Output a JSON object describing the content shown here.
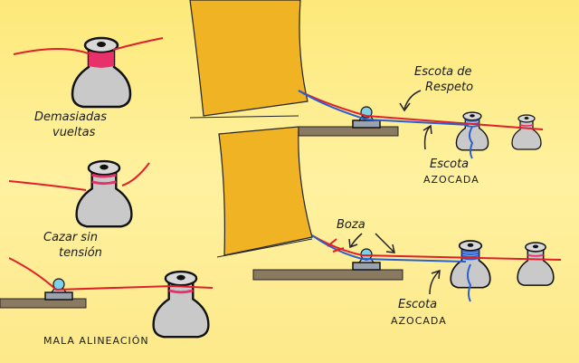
{
  "title": "Errores comunes en el uso del winche",
  "labels": {
    "too_many_turns_1": "Demasiadas",
    "too_many_turns_2": "vueltas",
    "no_tension_1": "Cazar sin",
    "no_tension_2": "tensión",
    "misalignment": "MALA ALINEACIÓN",
    "escota_respeto_1": "Escota de",
    "escota_respeto_2": "Respeto",
    "escota_azocada_top_1": "Escota",
    "escota_azocada_top_2": "AZOCADA",
    "boza": "Boza",
    "escota_azocada_bottom_1": "Escota",
    "escota_azocada_bottom_2": "AZOCADA"
  },
  "colors": {
    "background_top": "#fde97a",
    "background_bottom": "#fff6c2",
    "sail": "#f0b323",
    "boom": "#8a7a62",
    "winch": "#c9c9c9",
    "red_line": "#e0202a",
    "blue_line": "#2a5fcf",
    "pink_wrap": "#e8306a"
  }
}
